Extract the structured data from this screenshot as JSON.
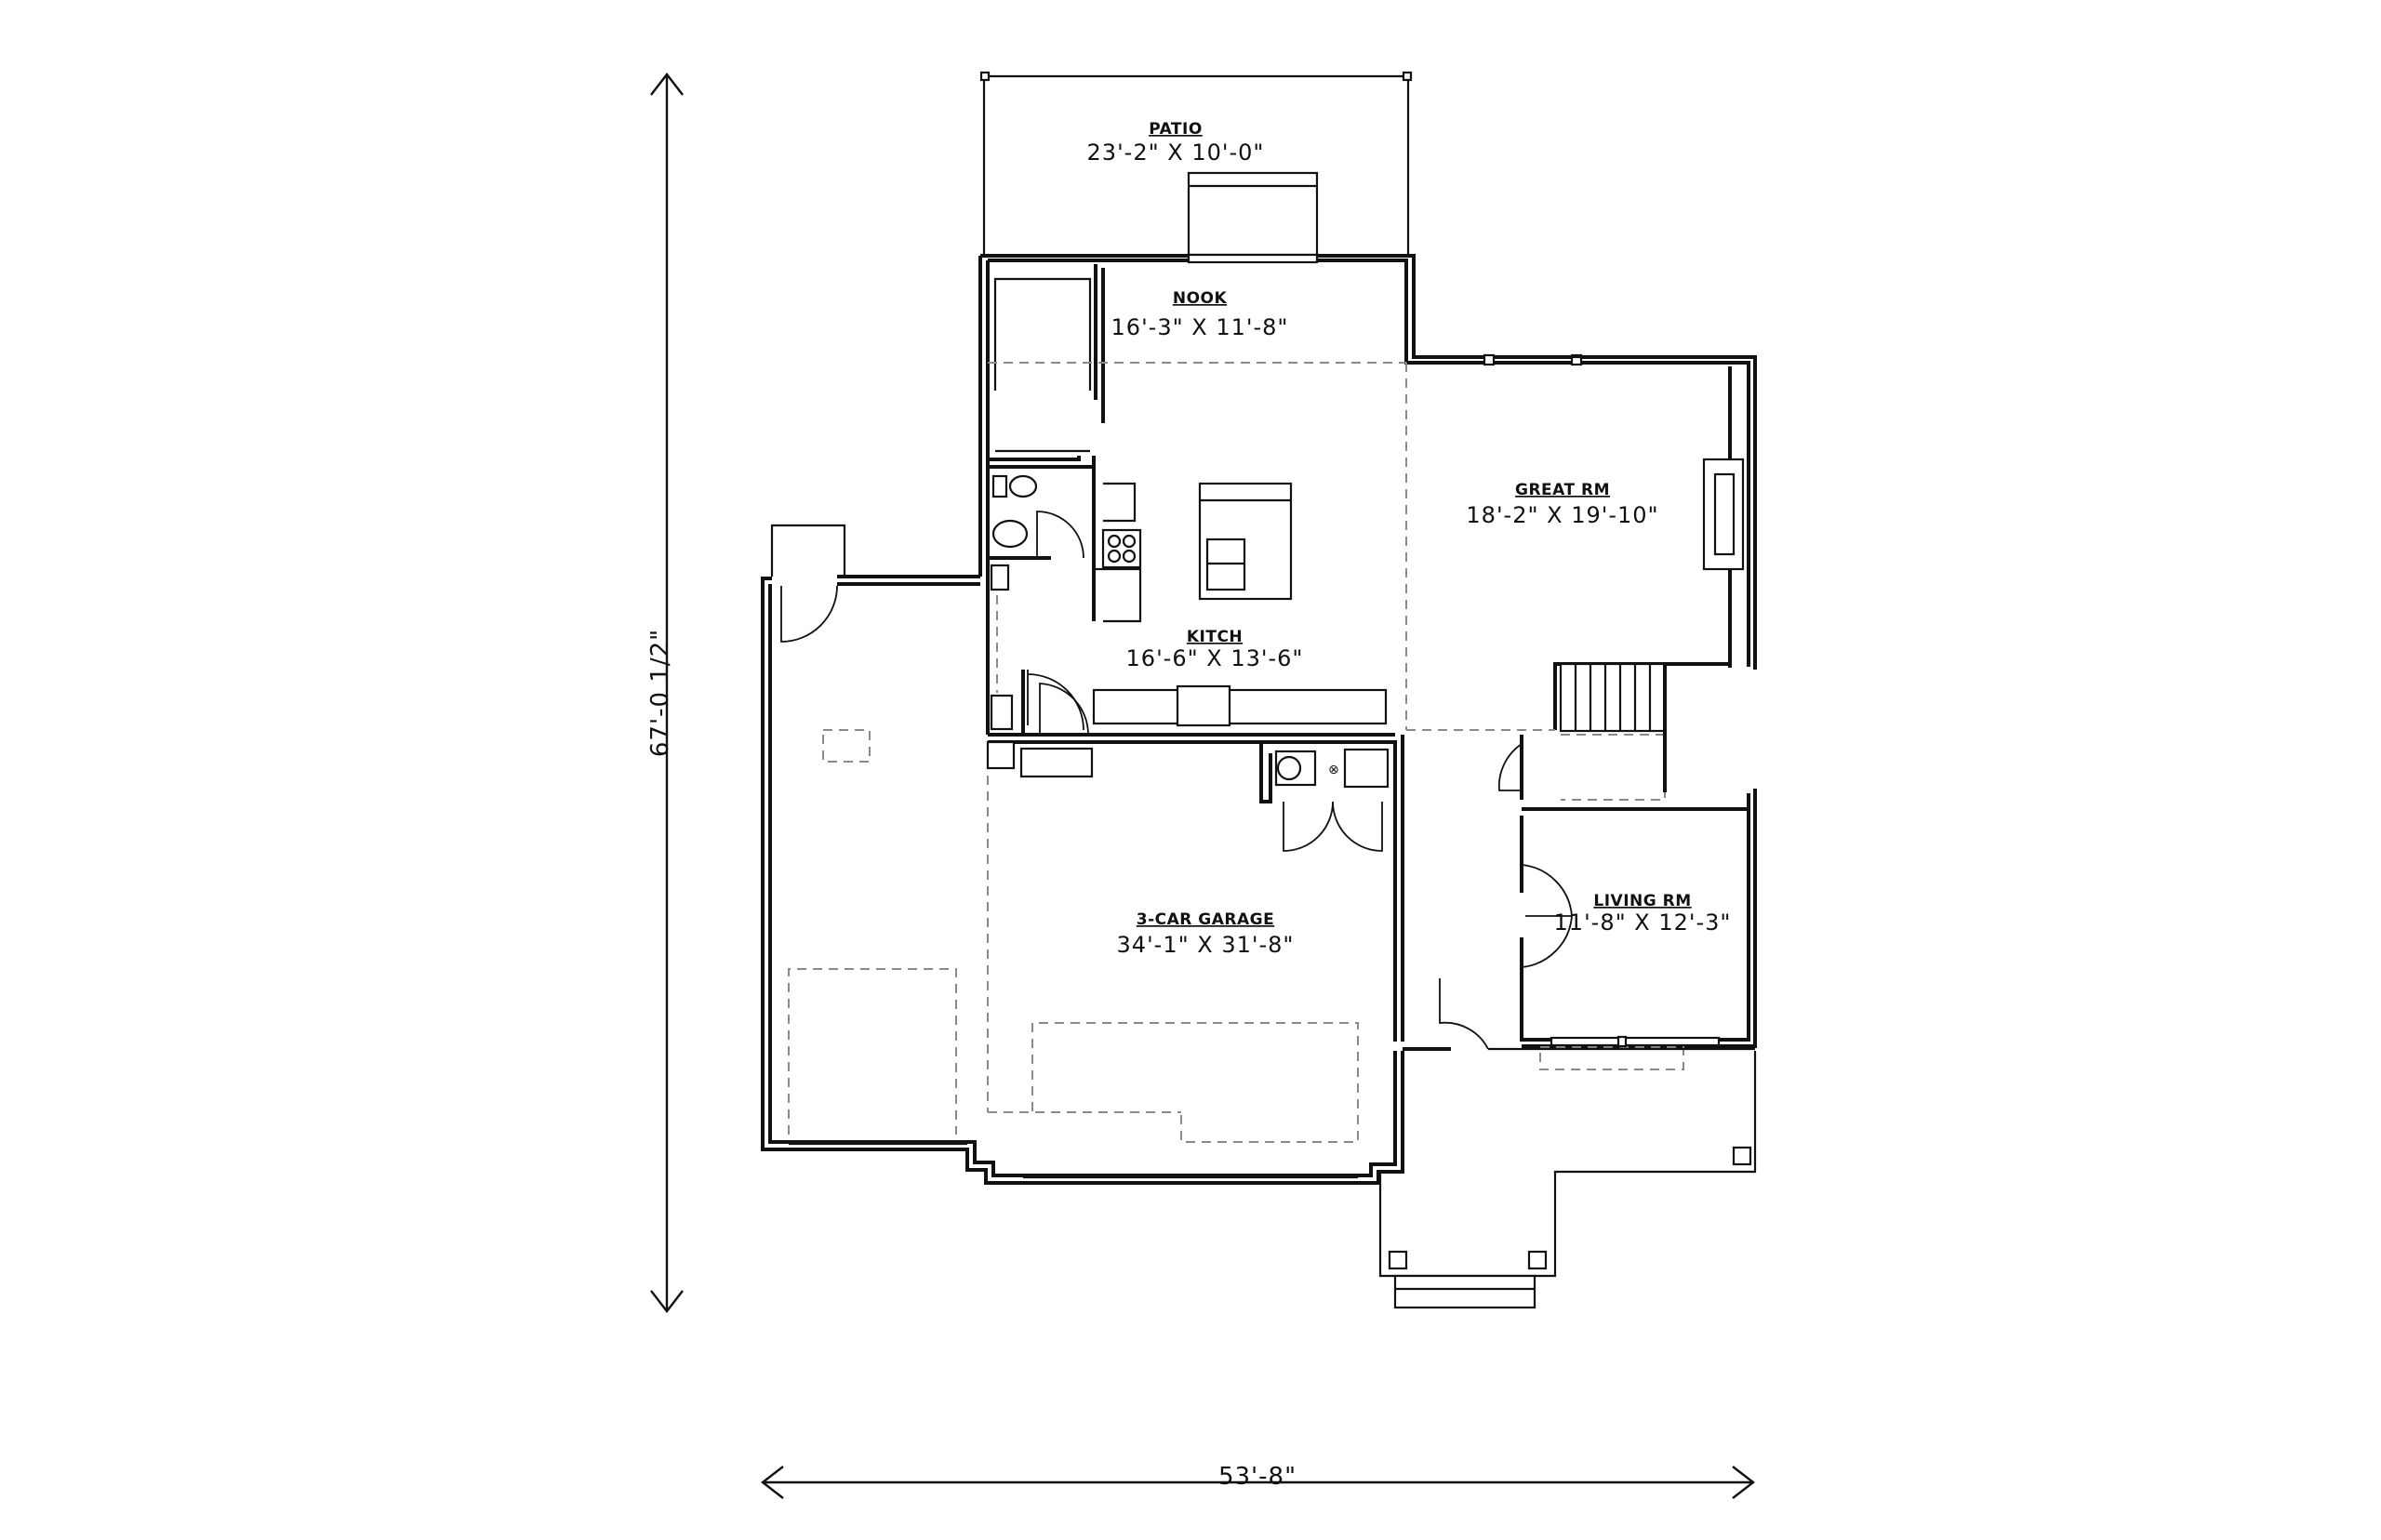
{
  "rooms": {
    "patio": {
      "name": "PATIO",
      "size": "23'-2\" X 10'-0\""
    },
    "nook": {
      "name": "NOOK",
      "size": "16'-3\" X 11'-8\""
    },
    "great_rm": {
      "name": "GREAT RM",
      "size": "18'-2\" X 19'-10\""
    },
    "kitch": {
      "name": "KITCH",
      "size": "16'-6\" X 13'-6\""
    },
    "garage": {
      "name": "3-CAR GARAGE",
      "size": "34'-1\" X 31'-8\""
    },
    "living_rm": {
      "name": "LIVING RM",
      "size": "11'-8\" X 12'-3\""
    }
  },
  "dimensions": {
    "overall_depth": "67'-0 1/2\"",
    "overall_width": "53'-8\""
  }
}
